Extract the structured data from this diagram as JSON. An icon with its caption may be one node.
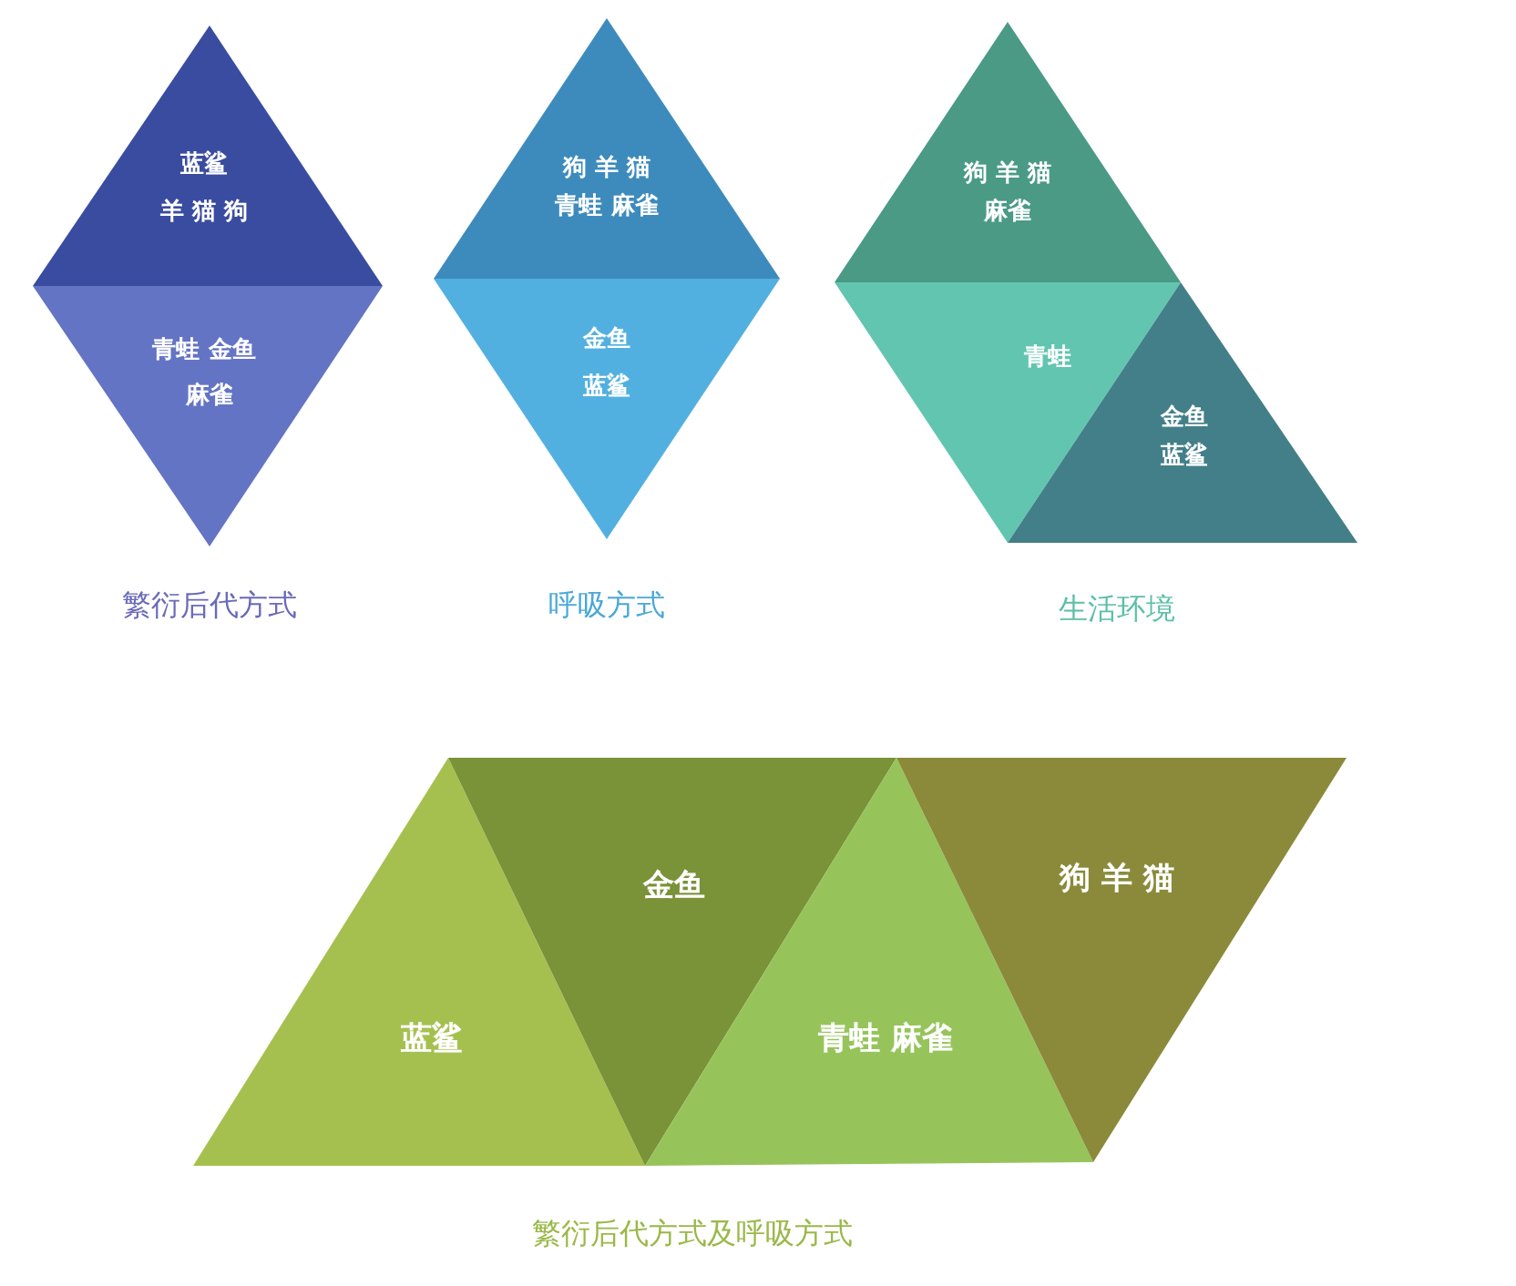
{
  "diagram": {
    "nodes": [
      {
        "text": [
          "蓝鲨",
          "羊 猫 狗"
        ]
      },
      {
        "text": [
          "青蛙 金鱼",
          "麻雀"
        ]
      },
      {
        "text": [
          "狗 羊 猫",
          "青蛙 麻雀"
        ]
      },
      {
        "text": [
          "金鱼",
          "蓝鲨"
        ]
      },
      {
        "text": [
          "狗 羊 猫",
          "麻雀"
        ]
      },
      {
        "text": [
          "青蛙"
        ]
      },
      {
        "text": [
          "金鱼",
          "蓝鲨"
        ]
      },
      {
        "text": [
          "蓝鲨"
        ]
      },
      {
        "text": [
          "金鱼"
        ]
      },
      {
        "text": [
          "青蛙 麻雀"
        ]
      },
      {
        "text": [
          "狗 羊 猫"
        ]
      }
    ],
    "edges": [],
    "labels": [
      "繁衍后代方式",
      "呼吸方式",
      "生活环境",
      "繁衍后代方式及呼吸方式"
    ]
  }
}
